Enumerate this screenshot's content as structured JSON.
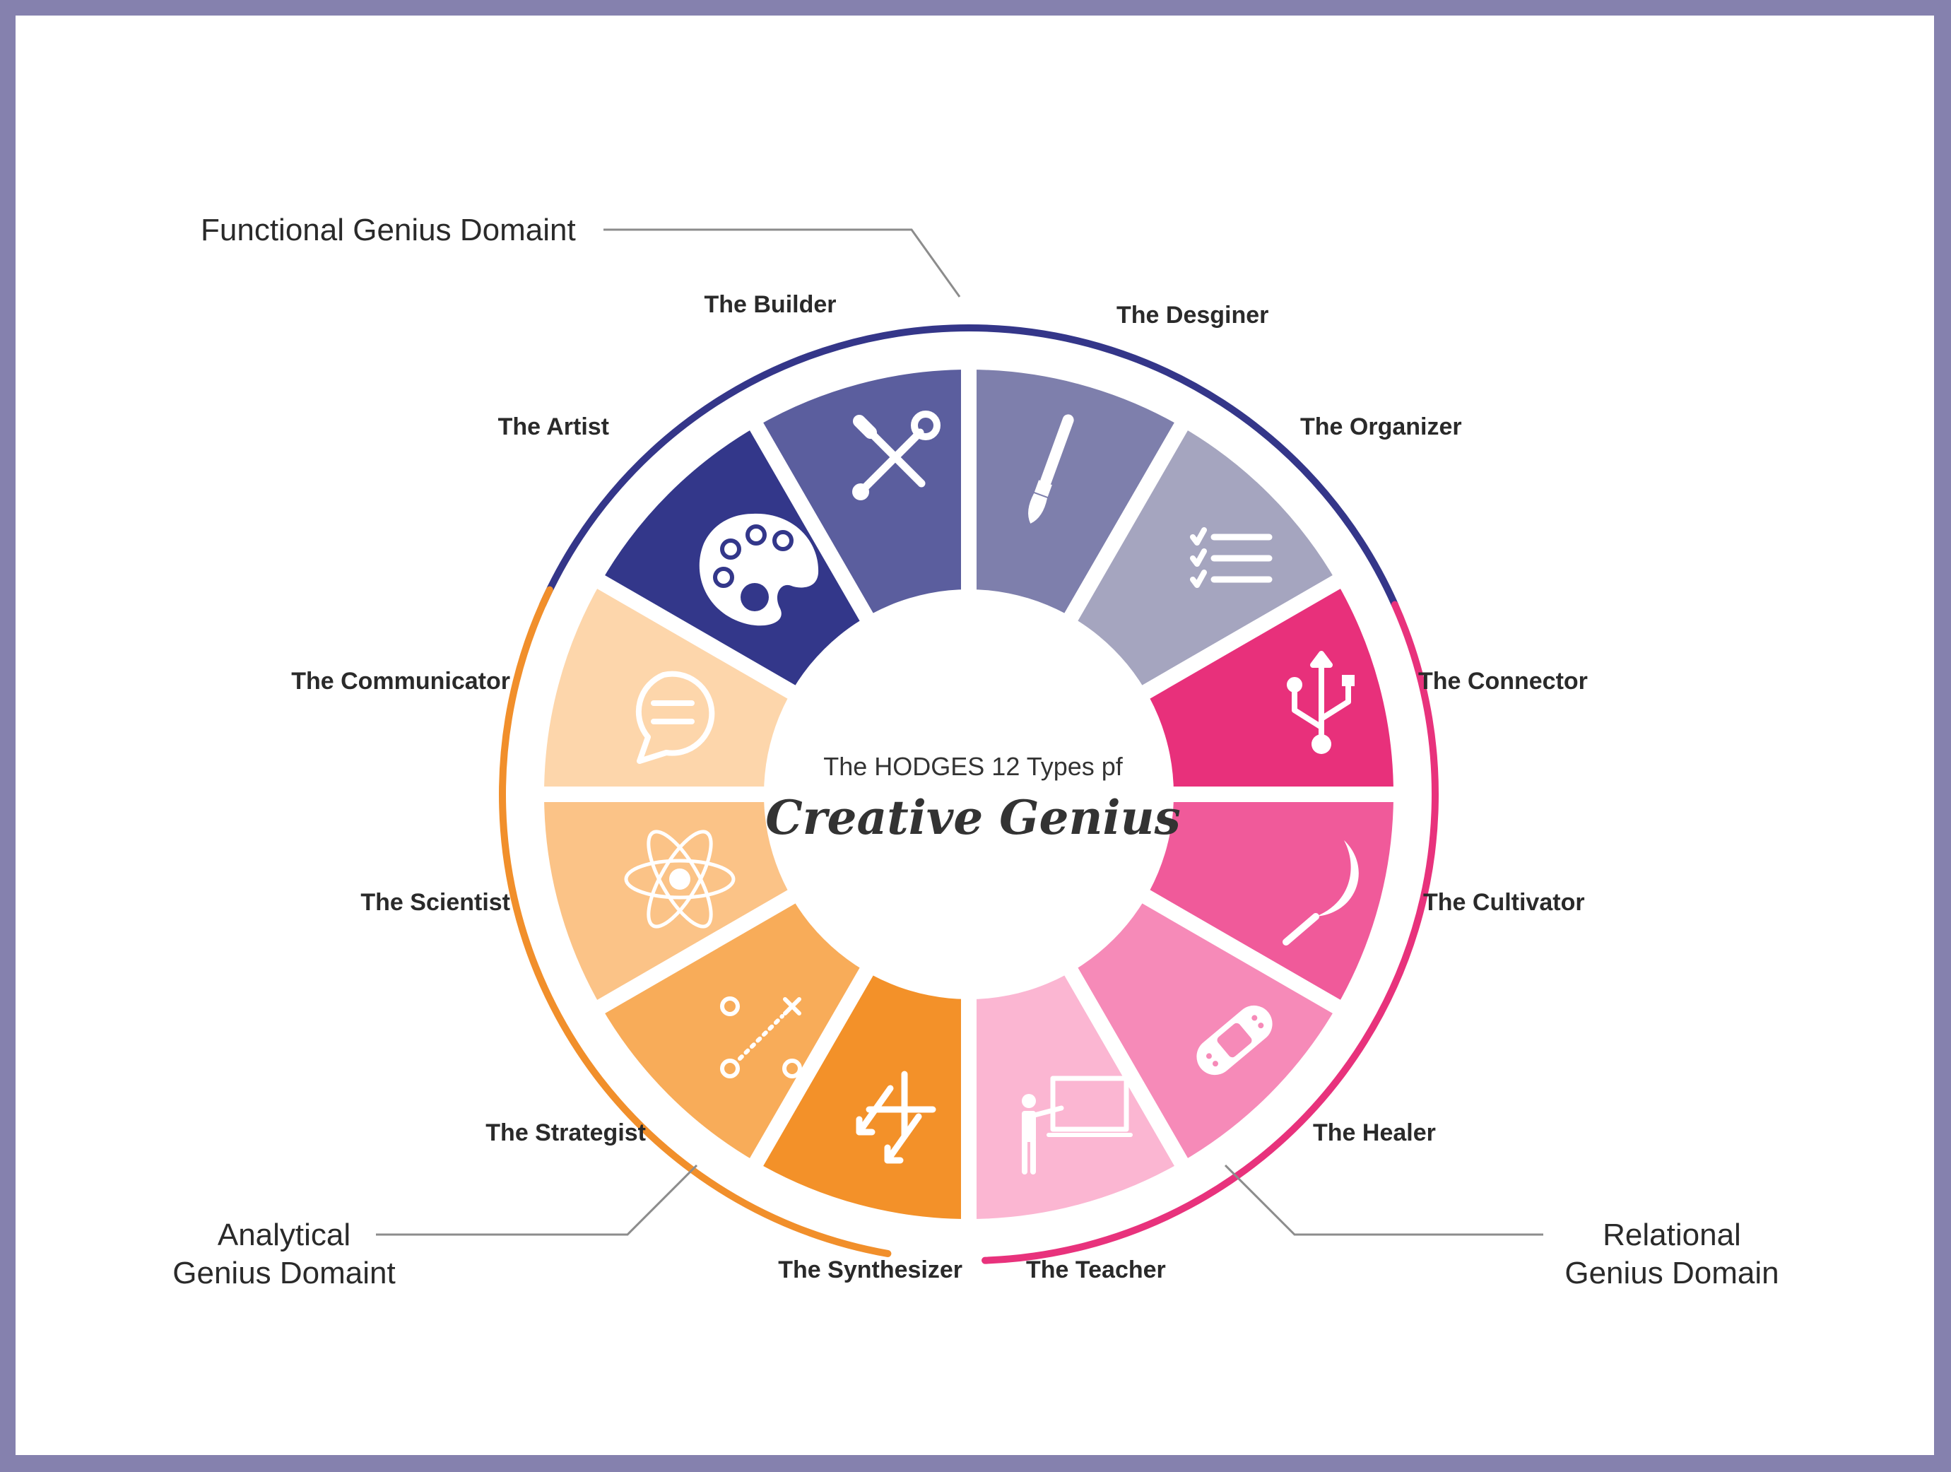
{
  "center": {
    "subtitle": "The HODGES 12 Types pf",
    "title": "Creative Genius"
  },
  "domains": {
    "functional": {
      "label": "Functional Genius Domaint",
      "color": "#343689"
    },
    "relational": {
      "line1": "Relational",
      "line2": "Genius Domain",
      "color": "#e8327c"
    },
    "analytical": {
      "line1": "Analytical",
      "line2": "Genius Domaint",
      "color": "#f18f2b"
    }
  },
  "types": [
    {
      "label": "The Builder",
      "icon": "tools-icon",
      "color": "#5b5e9e"
    },
    {
      "label": "The Desginer",
      "icon": "paintbrush-icon",
      "color": "#7e7fac"
    },
    {
      "label": "The Organizer",
      "icon": "checklist-icon",
      "color": "#a5a5bf"
    },
    {
      "label": "The Connector",
      "icon": "usb-icon",
      "color": "#e8307b"
    },
    {
      "label": "The Cultivator",
      "icon": "sickle-icon",
      "color": "#f05a9a"
    },
    {
      "label": "The Healer",
      "icon": "bandage-icon",
      "color": "#f68ab8"
    },
    {
      "label": "The Teacher",
      "icon": "teacher-board-icon",
      "color": "#fbb6d2"
    },
    {
      "label": "The Synthesizer",
      "icon": "merge-arrows-icon",
      "color": "#f39129"
    },
    {
      "label": "The Strategist",
      "icon": "strategy-play-icon",
      "color": "#f8ac59"
    },
    {
      "label": "The Scientist",
      "icon": "atom-icon",
      "color": "#fbc387"
    },
    {
      "label": "The Communicator",
      "icon": "speech-bubble-icon",
      "color": "#fdd6ab"
    },
    {
      "label": "The Artist",
      "icon": "palette-icon",
      "color": "#33378a"
    }
  ]
}
